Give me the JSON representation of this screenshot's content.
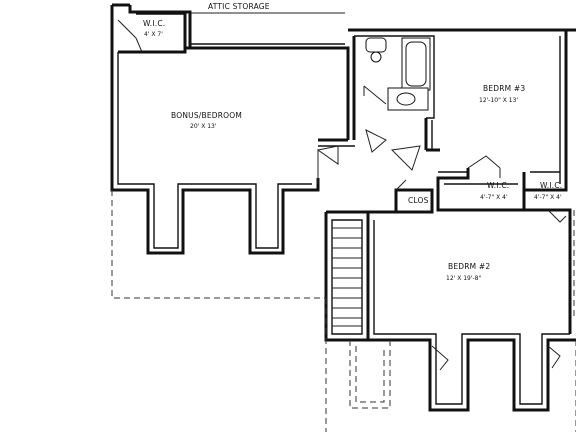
{
  "labels": {
    "attic": "ATTIC STORAGE",
    "wic_top": "W.I.C.",
    "wic_top_dim": "4' X 7'",
    "bonus": "BONUS/BEDROOM",
    "bonus_dim": "20' X 13'",
    "bedrm3": "BEDRM #3",
    "bedrm3_dim": "12'-10\" X 13'",
    "wic_mid": "W.I.C.",
    "wic_mid_dim": "4'-7\" X 4'",
    "wic_right": "W.I.C.",
    "wic_right_dim": "4'-7\" X 4'",
    "clos": "CLOS",
    "bedrm2": "BEDRM #2",
    "bedrm2_dim": "12' X 19'-8\""
  }
}
